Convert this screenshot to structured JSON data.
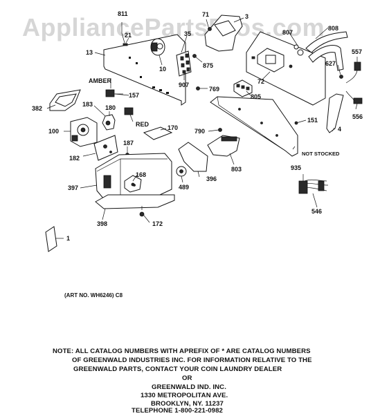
{
  "watermark": "AppliancePartsPros.com",
  "parts": [
    {
      "id": "p811",
      "label": "811"
    },
    {
      "id": "p71",
      "label": "71"
    },
    {
      "id": "p3",
      "label": "3"
    },
    {
      "id": "p807",
      "label": "807"
    },
    {
      "id": "p808",
      "label": "808"
    },
    {
      "id": "p557",
      "label": "557"
    },
    {
      "id": "p21",
      "label": "21"
    },
    {
      "id": "p35",
      "label": "35"
    },
    {
      "id": "p13",
      "label": "13"
    },
    {
      "id": "p10",
      "label": "10"
    },
    {
      "id": "p875",
      "label": "875"
    },
    {
      "id": "p627",
      "label": "627"
    },
    {
      "id": "p72",
      "label": "72"
    },
    {
      "id": "p907",
      "label": "907"
    },
    {
      "id": "p769",
      "label": "769"
    },
    {
      "id": "p805",
      "label": "805"
    },
    {
      "id": "p157",
      "label": "157"
    },
    {
      "id": "p382",
      "label": "382"
    },
    {
      "id": "p183",
      "label": "183"
    },
    {
      "id": "p180",
      "label": "180"
    },
    {
      "id": "p556",
      "label": "556"
    },
    {
      "id": "p151",
      "label": "151"
    },
    {
      "id": "p100",
      "label": "100"
    },
    {
      "id": "p170",
      "label": "170"
    },
    {
      "id": "p790",
      "label": "790"
    },
    {
      "id": "p4",
      "label": "4"
    },
    {
      "id": "p187",
      "label": "187"
    },
    {
      "id": "p182",
      "label": "182"
    },
    {
      "id": "p803",
      "label": "803"
    },
    {
      "id": "p935",
      "label": "935"
    },
    {
      "id": "p168",
      "label": "168"
    },
    {
      "id": "p396",
      "label": "396"
    },
    {
      "id": "p489",
      "label": "489"
    },
    {
      "id": "p397",
      "label": "397"
    },
    {
      "id": "p546",
      "label": "546"
    },
    {
      "id": "p398",
      "label": "398"
    },
    {
      "id": "p172",
      "label": "172"
    },
    {
      "id": "p1",
      "label": "1"
    }
  ],
  "color_labels": {
    "amber": "AMBER",
    "red": "RED"
  },
  "not_stocked": "NOT STOCKED",
  "art_number": "(ART NO. WH6246) C8",
  "note_lines": [
    "NOTE: ALL CATALOG NUMBERS WITH APREFIX OF * ARE CATALOG NUMBERS",
    "OF GREENWALD INDUSTRIES INC. FOR INFORMATION RELATIVE TO THE",
    "GREENWALD PARTS, CONTACT YOUR COIN LAUNDRY DEALER",
    "OR",
    "GREENWALD IND. INC.",
    "1330 METROPOLITAN AVE.",
    "BROOKLYN, NY. 11237",
    "TELEPHONE 1-800-221-0982"
  ]
}
